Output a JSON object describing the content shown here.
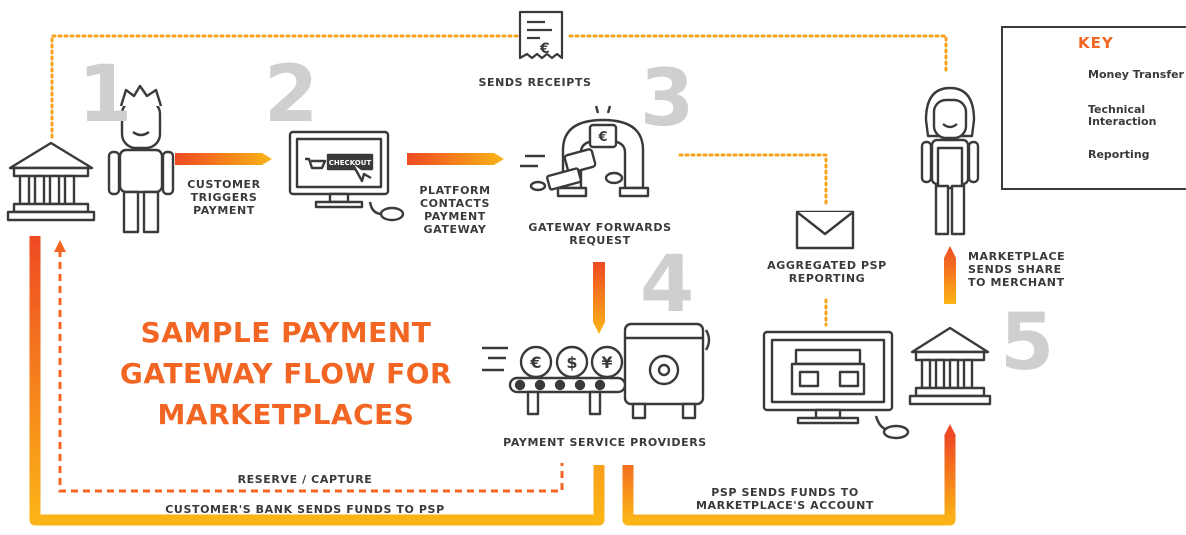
{
  "title": [
    "SAMPLE PAYMENT",
    "GATEWAY FLOW FOR",
    "MARKETPLACES"
  ],
  "step_numbers": [
    "1",
    "2",
    "3",
    "4",
    "5"
  ],
  "labels": {
    "sends_receipts": "SENDS RECEIPTS",
    "customer_triggers": [
      "CUSTOMER",
      "TRIGGERS",
      "PAYMENT"
    ],
    "platform_contacts": [
      "PLATFORM",
      "CONTACTS",
      "PAYMENT",
      "GATEWAY"
    ],
    "gateway_forwards": [
      "GATEWAY FORWARDS",
      "REQUEST"
    ],
    "aggregated_psp": [
      "AGGREGATED PSP",
      "REPORTING"
    ],
    "marketplace_sends": [
      "MARKETPLACE",
      "SENDS SHARE",
      "TO MERCHANT"
    ],
    "psp": "PAYMENT SERVICE PROVIDERS",
    "reserve_capture": "RESERVE / CAPTURE",
    "customers_bank": "CUSTOMER'S BANK SENDS FUNDS TO PSP",
    "psp_sends_funds": [
      "PSP SENDS FUNDS TO",
      "MARKETPLACE'S ACCOUNT"
    ],
    "checkout": "CHECKOUT"
  },
  "key": {
    "title": "KEY",
    "money_transfer": "Money Transfer",
    "technical_interaction": [
      "Technical",
      "Interaction"
    ],
    "reporting": "Reporting"
  },
  "colors": {
    "orange": "#f26522",
    "amber": "#f9a11b",
    "yellow": "#fbb417",
    "dark": "#3a3a3a",
    "number_gray": "#cfcfcf"
  }
}
